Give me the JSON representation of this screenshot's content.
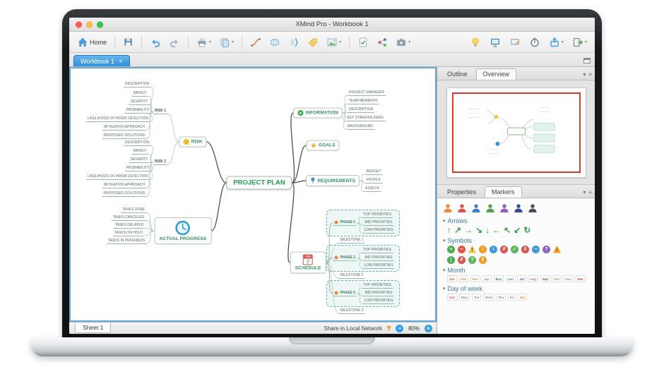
{
  "window": {
    "title": "XMind Pro - Workbook 1",
    "tab_label": "Workbook 1",
    "tab_close_glyph": "✕"
  },
  "toolbar": {
    "left": [
      {
        "name": "home",
        "label": "Home"
      },
      {
        "sep": true
      },
      {
        "name": "save"
      },
      {
        "sep": true
      },
      {
        "name": "undo"
      },
      {
        "name": "redo"
      },
      {
        "sep": true
      },
      {
        "name": "print",
        "caret": true
      },
      {
        "name": "theme",
        "caret": true
      },
      {
        "sep": true
      },
      {
        "name": "relationship"
      },
      {
        "name": "boundary"
      },
      {
        "name": "summary"
      },
      {
        "name": "label"
      },
      {
        "name": "image",
        "caret": true
      },
      {
        "sep": true
      },
      {
        "name": "task-info"
      },
      {
        "name": "share-local"
      },
      {
        "name": "screenshot",
        "caret": true
      }
    ],
    "right": [
      {
        "name": "tips"
      },
      {
        "name": "presentation"
      },
      {
        "name": "walkthrough"
      },
      {
        "name": "timer"
      },
      {
        "name": "share",
        "caret": true
      },
      {
        "name": "export",
        "caret": true
      }
    ]
  },
  "right_panel": {
    "top_tabs": [
      {
        "label": "Outline",
        "active": false
      },
      {
        "label": "Overview",
        "active": true
      }
    ],
    "bottom_tabs": [
      {
        "label": "Properties",
        "active": false
      },
      {
        "label": "Markers",
        "active": true
      }
    ],
    "header_icons": [
      {
        "name": "chevron-down",
        "glyph": "▾"
      },
      {
        "name": "menu",
        "glyph": "≡"
      }
    ],
    "markers": {
      "people": [
        {
          "name": "person-orange",
          "color": "#ef8a3a"
        },
        {
          "name": "person-red",
          "color": "#d9534f"
        },
        {
          "name": "person-blue",
          "color": "#3f7fd6"
        },
        {
          "name": "person-green",
          "color": "#55a04e"
        },
        {
          "name": "person-purple",
          "color": "#8e5fc8"
        },
        {
          "name": "person-navy",
          "color": "#2e4b9e"
        },
        {
          "name": "person-dark",
          "color": "#474e57"
        }
      ],
      "sections": [
        {
          "label": "Arrows",
          "type": "arrows",
          "items": [
            {
              "name": "arrow-up",
              "glyph": "↑"
            },
            {
              "name": "arrow-up-right",
              "glyph": "↗"
            },
            {
              "name": "arrow-right",
              "glyph": "→"
            },
            {
              "name": "arrow-down-right",
              "glyph": "↘"
            },
            {
              "name": "arrow-down",
              "glyph": "↓"
            },
            {
              "name": "arrow-left",
              "glyph": "←"
            },
            {
              "name": "arrow-up-left",
              "glyph": "↖"
            },
            {
              "name": "arrow-down-left",
              "glyph": "↙"
            },
            {
              "name": "arrow-refresh",
              "glyph": "↻"
            }
          ]
        },
        {
          "label": "Symbols",
          "type": "symbols",
          "items": [
            {
              "name": "symbol-plus",
              "glyph": "+",
              "color": "#4cae4c",
              "shape": "circle"
            },
            {
              "name": "symbol-minus",
              "glyph": "−",
              "color": "#e2574c",
              "shape": "circle"
            },
            {
              "name": "symbol-warning",
              "glyph": "!",
              "color": "#f3c13a",
              "shape": "triangle"
            },
            {
              "name": "symbol-exclamation",
              "glyph": "!",
              "color": "#f59a23",
              "shape": "circle"
            },
            {
              "name": "symbol-info",
              "glyph": "i",
              "color": "#3d9bd9",
              "shape": "circle"
            },
            {
              "name": "symbol-wrong",
              "glyph": "✗",
              "color": "#d9534f",
              "shape": "circle"
            },
            {
              "name": "symbol-right",
              "glyph": "✓",
              "color": "#5cb85c",
              "shape": "circle"
            },
            {
              "name": "symbol-pause",
              "glyph": "‖",
              "color": "#d9534f",
              "shape": "circle"
            },
            {
              "name": "symbol-minus-blue",
              "glyph": "−",
              "color": "#3d9bd9",
              "shape": "circle"
            },
            {
              "name": "symbol-question",
              "glyph": "?",
              "color": "#8e5fc8",
              "shape": "circle"
            },
            {
              "name": "symbol-warning-orange",
              "glyph": "!",
              "color": "#f59a23",
              "shape": "triangle"
            },
            {
              "name": "symbol-bar",
              "glyph": "|",
              "color": "#4cae4c",
              "shape": "circle"
            },
            {
              "name": "symbol-cross",
              "glyph": "✗",
              "color": "#d9534f",
              "shape": "circle"
            },
            {
              "name": "symbol-question-green",
              "glyph": "?",
              "color": "#5cb85c",
              "shape": "circle"
            },
            {
              "name": "symbol-pause-orange",
              "glyph": "‖",
              "color": "#f59a23",
              "shape": "circle"
            }
          ]
        },
        {
          "label": "Month",
          "type": "badges",
          "items": [
            {
              "name": "month-jan",
              "glyph": "Jan",
              "color": "#e0534a"
            },
            {
              "name": "month-feb",
              "glyph": "Feb",
              "color": "#ef8332"
            },
            {
              "name": "month-mar",
              "glyph": "Mar",
              "color": "#d2a53a"
            },
            {
              "name": "month-apr",
              "glyph": "Apr",
              "color": "#6aa84f"
            },
            {
              "name": "month-may",
              "glyph": "May",
              "color": "#45818e"
            },
            {
              "name": "month-jun",
              "glyph": "Jun",
              "color": "#3d85c6"
            },
            {
              "name": "month-jul",
              "glyph": "Jul",
              "color": "#674ea7"
            },
            {
              "name": "month-aug",
              "glyph": "Aug",
              "color": "#e06666"
            },
            {
              "name": "month-sep",
              "glyph": "Sep",
              "color": "#38761d"
            },
            {
              "name": "month-oct",
              "glyph": "Oct",
              "color": "#c27ba0"
            },
            {
              "name": "month-nov",
              "glyph": "Nov",
              "color": "#999999"
            },
            {
              "name": "month-dec",
              "glyph": "Dec",
              "color": "#cc4125"
            }
          ]
        },
        {
          "label": "Day of week",
          "type": "badges",
          "items": [
            {
              "name": "day-sun",
              "glyph": "Sun",
              "color": "#e0534a"
            },
            {
              "name": "day-mon",
              "glyph": "Mon",
              "color": "#8a8a8a"
            },
            {
              "name": "day-tue",
              "glyph": "Tue",
              "color": "#8a8a8a"
            },
            {
              "name": "day-wed",
              "glyph": "Wed",
              "color": "#8a8a8a"
            },
            {
              "name": "day-thu",
              "glyph": "Thu",
              "color": "#8a8a8a"
            },
            {
              "name": "day-fri",
              "glyph": "Fri",
              "color": "#8a8a8a"
            },
            {
              "name": "day-sat",
              "glyph": "Sat",
              "color": "#ef8332"
            }
          ]
        }
      ]
    }
  },
  "statusbar": {
    "sheet_label": "Sheet 1",
    "share_label": "Share in Local Network",
    "zoom_out_glyph": "−",
    "zoom_value": "80%",
    "zoom_in_glyph": "+"
  },
  "mindmap": {
    "nodes": [
      {
        "id": "root",
        "label": "PROJECT PLAN",
        "kind": "root"
      },
      {
        "id": "risk",
        "label": "RISK",
        "parent": "root",
        "kind": "topic",
        "icon": "emoji-risk"
      },
      {
        "id": "risk1",
        "label": "RISK 1",
        "parent": "risk",
        "kind": "branch"
      },
      {
        "id": "r1c1",
        "label": "DESCRIPTION",
        "parent": "risk1",
        "kind": "sub"
      },
      {
        "id": "r1c2",
        "label": "IMPACT",
        "parent": "risk1",
        "kind": "sub"
      },
      {
        "id": "r1c3",
        "label": "SEVERITY",
        "parent": "risk1",
        "kind": "sub"
      },
      {
        "id": "r1c4",
        "label": "PROBABILITY",
        "parent": "risk1",
        "kind": "sub"
      },
      {
        "id": "r1c5",
        "label": "LIKELIHOOD OF PRIOR DETECTION",
        "parent": "risk1",
        "kind": "sub"
      },
      {
        "id": "r1c6",
        "label": "MITIGATION APPROACH",
        "parent": "risk1",
        "kind": "sub"
      },
      {
        "id": "r1c7",
        "label": "PROPOSED SOLUTIONS",
        "parent": "risk1",
        "kind": "sub"
      },
      {
        "id": "risk2",
        "label": "RISK 2",
        "parent": "risk",
        "kind": "branch"
      },
      {
        "id": "r2c1",
        "label": "DESCRIPTION",
        "parent": "risk2",
        "kind": "sub"
      },
      {
        "id": "r2c2",
        "label": "IMPACT",
        "parent": "risk2",
        "kind": "sub"
      },
      {
        "id": "r2c3",
        "label": "SEVERITY",
        "parent": "risk2",
        "kind": "sub"
      },
      {
        "id": "r2c4",
        "label": "PROBABILITY",
        "parent": "risk2",
        "kind": "sub"
      },
      {
        "id": "r2c5",
        "label": "LIKELIHOOD OF PRIOR DETECTION",
        "parent": "risk2",
        "kind": "sub"
      },
      {
        "id": "r2c6",
        "label": "MITIGATION APPROACH",
        "parent": "risk2",
        "kind": "sub"
      },
      {
        "id": "r2c7",
        "label": "PROPOSED SOLUTIONS",
        "parent": "risk2",
        "kind": "sub"
      },
      {
        "id": "info",
        "label": "INFORMATION",
        "parent": "root",
        "kind": "topic",
        "icon": "play"
      },
      {
        "id": "ic1",
        "label": "PROJECT MANAGER",
        "parent": "info",
        "kind": "sub"
      },
      {
        "id": "ic2",
        "label": "TEAM MEMBERS",
        "parent": "info",
        "kind": "sub"
      },
      {
        "id": "ic3",
        "label": "DESCRIPTION",
        "parent": "info",
        "kind": "sub"
      },
      {
        "id": "ic4",
        "label": "KEY STAKEHOLDERS",
        "parent": "info",
        "kind": "sub"
      },
      {
        "id": "ic5",
        "label": "BACKGROUND",
        "parent": "info",
        "kind": "sub"
      },
      {
        "id": "goals",
        "label": "GOALS",
        "parent": "root",
        "kind": "topic",
        "icon": "star"
      },
      {
        "id": "req",
        "label": "REQUIREMENTS",
        "parent": "root",
        "kind": "topic",
        "icon": "pin"
      },
      {
        "id": "qc1",
        "label": "BUDGET",
        "parent": "req",
        "kind": "sub"
      },
      {
        "id": "qc2",
        "label": "PEOPLE",
        "parent": "req",
        "kind": "sub"
      },
      {
        "id": "qc3",
        "label": "ASSETS",
        "parent": "req",
        "kind": "sub"
      },
      {
        "id": "progress",
        "label": "ACTUAL PROGRESS",
        "parent": "root",
        "kind": "topic",
        "icon": "clock"
      },
      {
        "id": "pc1",
        "label": "TASKS DONE",
        "parent": "progress",
        "kind": "sub"
      },
      {
        "id": "pc2",
        "label": "TASKS CANCELED",
        "parent": "progress",
        "kind": "sub"
      },
      {
        "id": "pc3",
        "label": "TASKS DELAYED",
        "parent": "progress",
        "kind": "sub"
      },
      {
        "id": "pc4",
        "label": "TASKS ON HOLD",
        "parent": "progress",
        "kind": "sub"
      },
      {
        "id": "pc5",
        "label": "TASKS IN PROGRESS",
        "parent": "progress",
        "kind": "sub"
      },
      {
        "id": "schedule",
        "label": "SCHEDULE",
        "parent": "root",
        "kind": "topic",
        "icon": "calendar",
        "cal_month": "JAN",
        "cal_day": "7"
      },
      {
        "id": "phase1",
        "label": "PHASE 1",
        "parent": "schedule",
        "kind": "phase",
        "icon": "phase"
      },
      {
        "id": "s1a",
        "label": "TOP PRIORITIES",
        "parent": "phase1",
        "kind": "sub"
      },
      {
        "id": "s1b",
        "label": "MID PRIORITIES",
        "parent": "phase1",
        "kind": "sub"
      },
      {
        "id": "s1c",
        "label": "LOW PRIORITIES",
        "parent": "phase1",
        "kind": "sub"
      },
      {
        "id": "mile1",
        "label": "MILESTONE 1",
        "parent": "schedule",
        "kind": "sub"
      },
      {
        "id": "phase2",
        "label": "PHASE 2",
        "parent": "schedule",
        "kind": "phase",
        "icon": "phase"
      },
      {
        "id": "s2a",
        "label": "TOP PRIORITIES",
        "parent": "phase2",
        "kind": "sub"
      },
      {
        "id": "s2b",
        "label": "MID PRIORITIES",
        "parent": "phase2",
        "kind": "sub"
      },
      {
        "id": "s2c",
        "label": "LOW PRIORITIES",
        "parent": "phase2",
        "kind": "sub"
      },
      {
        "id": "mile2",
        "label": "MILESTONE 2",
        "parent": "schedule",
        "kind": "sub"
      },
      {
        "id": "phase3",
        "label": "PHASE 3",
        "parent": "schedule",
        "kind": "phase",
        "icon": "phase"
      },
      {
        "id": "s3a",
        "label": "TOP PRIORITIES",
        "parent": "phase3",
        "kind": "sub"
      },
      {
        "id": "s3b",
        "label": "MID PRIORITIES",
        "parent": "phase3",
        "kind": "sub"
      },
      {
        "id": "s3c",
        "label": "LOW PRIORITIES",
        "parent": "phase3",
        "kind": "sub"
      },
      {
        "id": "mile3",
        "label": "MILESTONE 3",
        "parent": "schedule",
        "kind": "sub"
      }
    ]
  }
}
